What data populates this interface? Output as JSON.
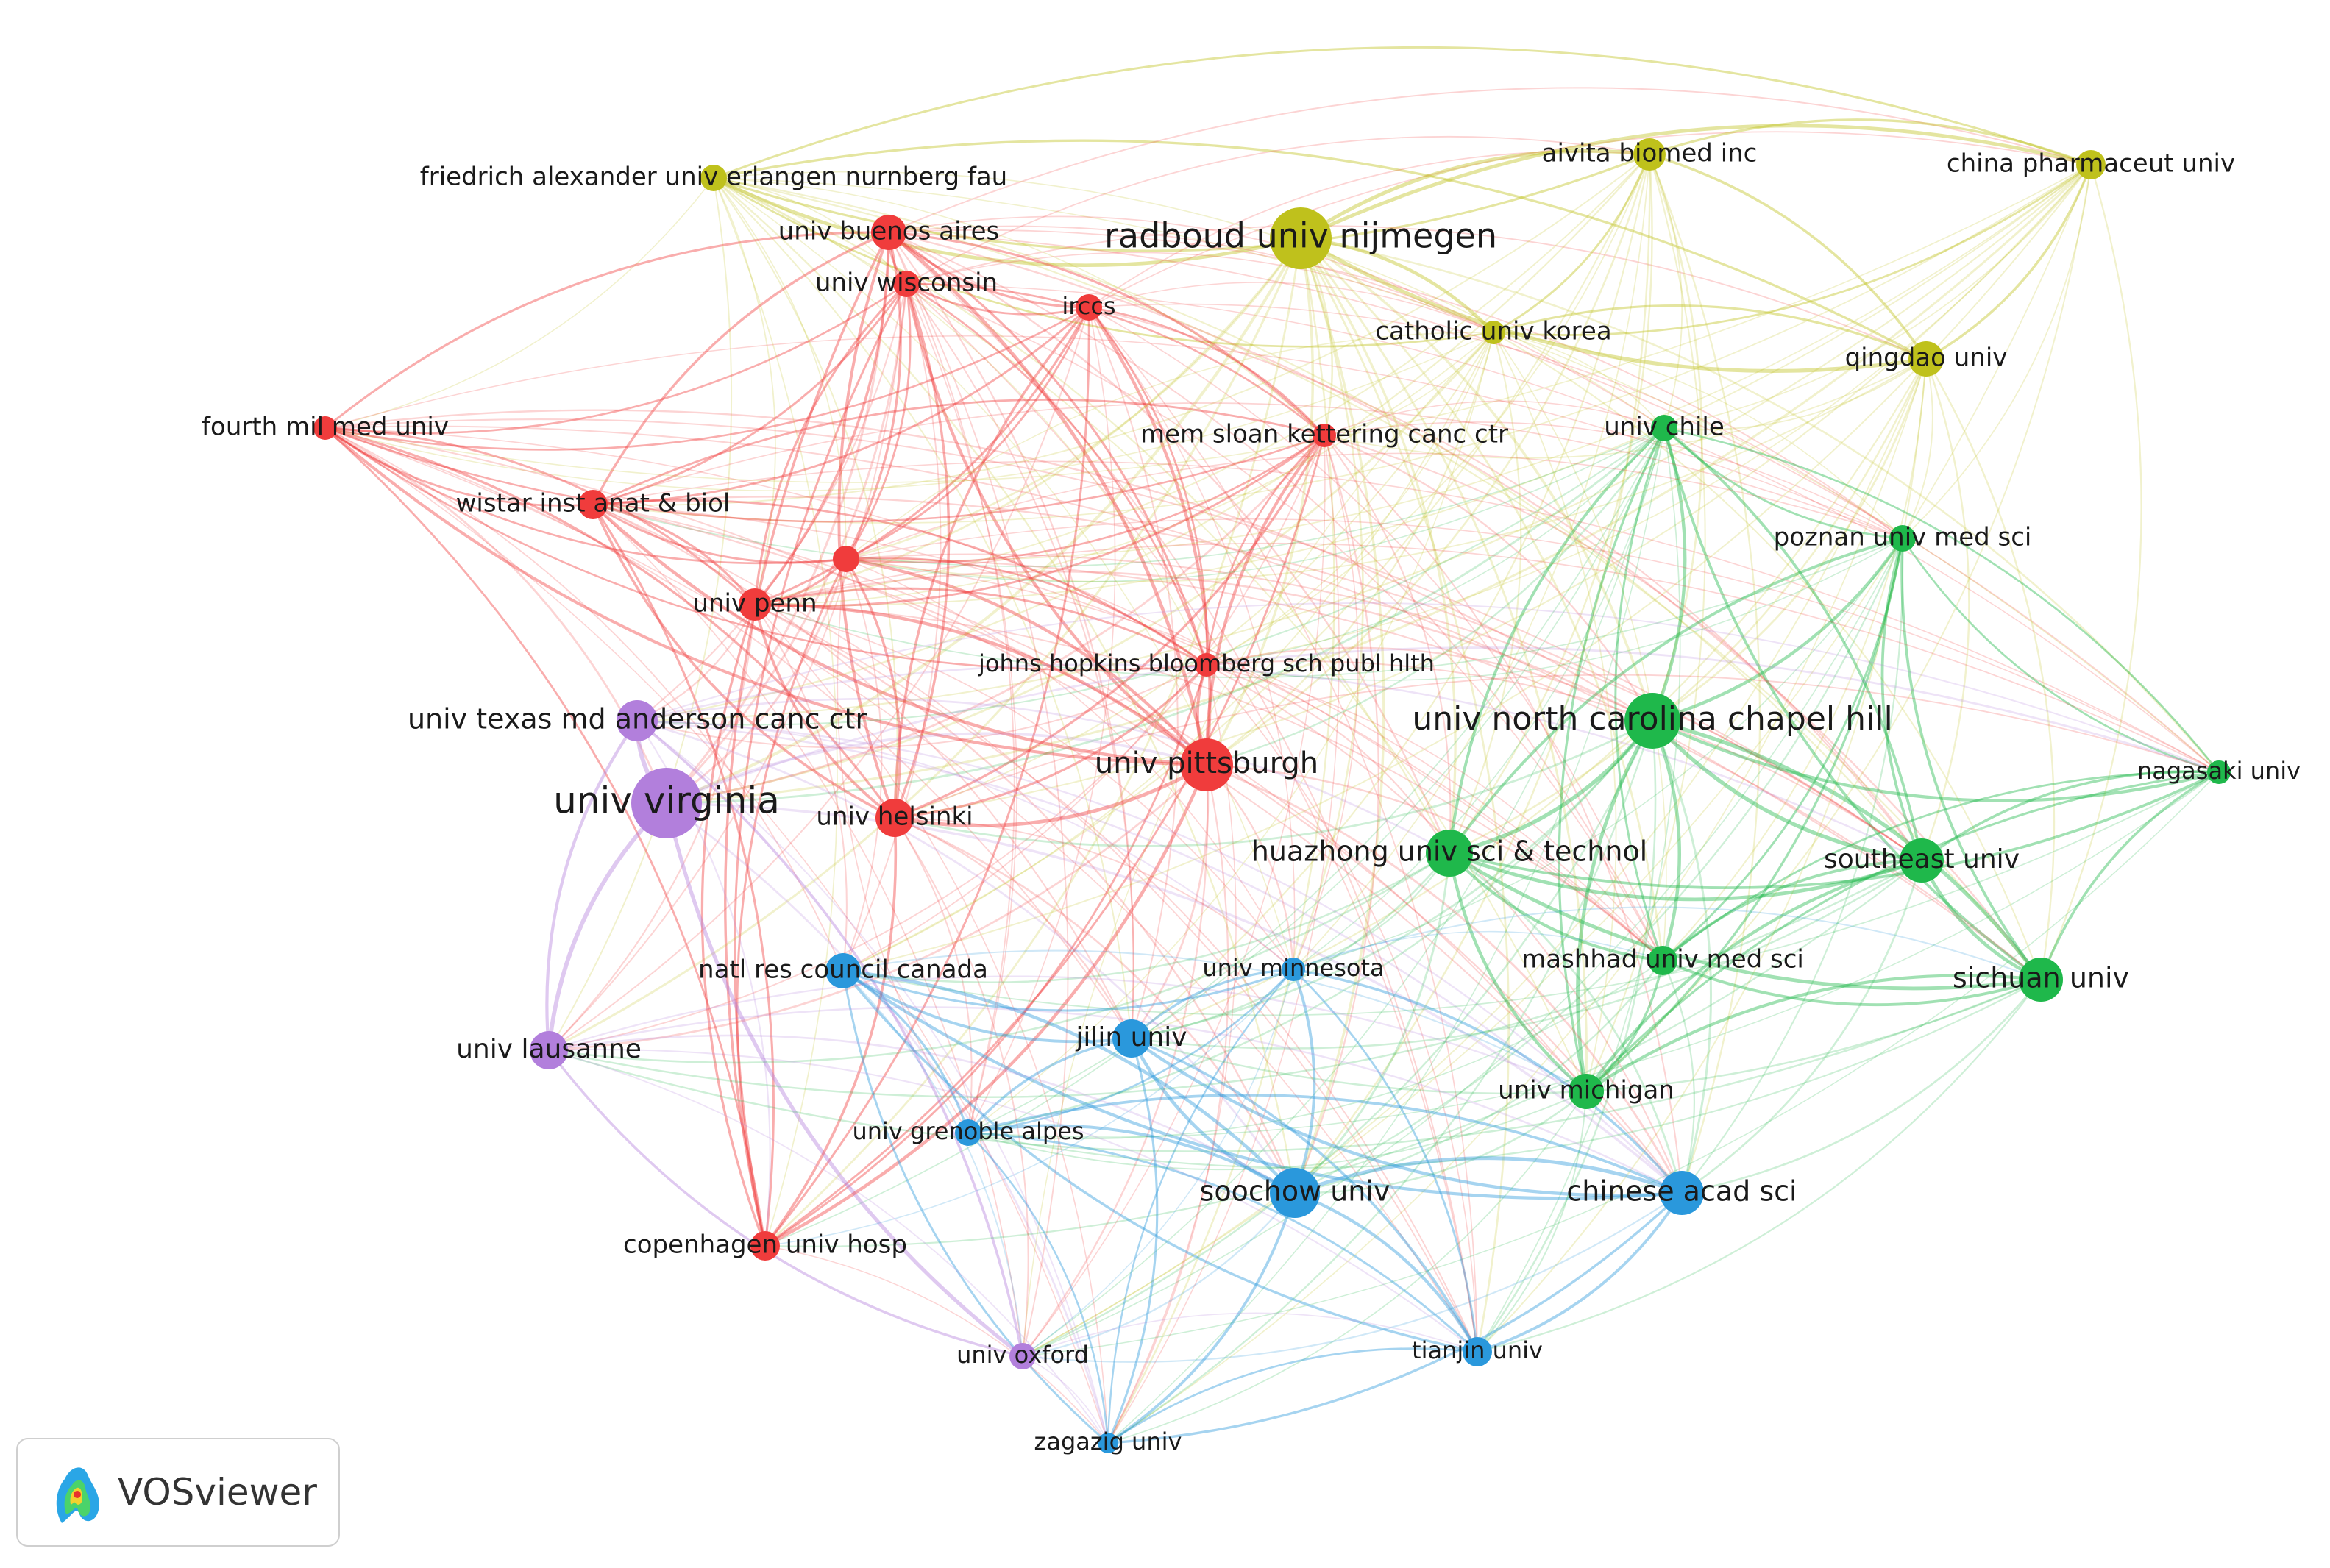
{
  "app": {
    "logo_text": "VOSviewer"
  },
  "clusters": {
    "red": "#f03c3c",
    "yellow": "#bfc11c",
    "green": "#1fb84b",
    "blue": "#2a98dc",
    "purple": "#b27fdc"
  },
  "nodes": [
    {
      "id": "friedrich",
      "label": "friedrich alexander univ erlangen nurnberg fau",
      "cluster": "yellow"
    },
    {
      "id": "buenos",
      "label": "univ buenos aires",
      "cluster": "red"
    },
    {
      "id": "wisconsin",
      "label": "univ wisconsin",
      "cluster": "red"
    },
    {
      "id": "irccs",
      "label": "irccs",
      "cluster": "red"
    },
    {
      "id": "radboud",
      "label": "radboud univ nijmegen",
      "cluster": "yellow"
    },
    {
      "id": "aivita",
      "label": "aivita biomed inc",
      "cluster": "yellow"
    },
    {
      "id": "chinapharm",
      "label": "china pharmaceut univ",
      "cluster": "yellow"
    },
    {
      "id": "catholic",
      "label": "catholic univ korea",
      "cluster": "yellow"
    },
    {
      "id": "qingdao",
      "label": "qingdao univ",
      "cluster": "yellow"
    },
    {
      "id": "fourth",
      "label": "fourth mil med univ",
      "cluster": "red"
    },
    {
      "id": "memsloan",
      "label": "mem sloan kettering canc ctr",
      "cluster": "red"
    },
    {
      "id": "chile",
      "label": "univ chile",
      "cluster": "green"
    },
    {
      "id": "wistar",
      "label": "wistar inst anat & biol",
      "cluster": "red"
    },
    {
      "id": "unlabeled",
      "label": "",
      "cluster": "red"
    },
    {
      "id": "poznan",
      "label": "poznan univ med sci",
      "cluster": "green"
    },
    {
      "id": "penn",
      "label": "univ penn",
      "cluster": "red"
    },
    {
      "id": "jhu",
      "label": "johns hopkins bloomberg sch publ hlth",
      "cluster": "red"
    },
    {
      "id": "mdanderson",
      "label": "univ texas md anderson canc ctr",
      "cluster": "purple"
    },
    {
      "id": "unc",
      "label": "univ north carolina chapel hill",
      "cluster": "green"
    },
    {
      "id": "virginia",
      "label": "univ virginia",
      "cluster": "purple"
    },
    {
      "id": "pittsburgh",
      "label": "univ pittsburgh",
      "cluster": "red"
    },
    {
      "id": "helsinki",
      "label": "univ helsinki",
      "cluster": "red"
    },
    {
      "id": "nagasaki",
      "label": "nagasaki univ",
      "cluster": "green"
    },
    {
      "id": "huazhong",
      "label": "huazhong univ sci & technol",
      "cluster": "green"
    },
    {
      "id": "southeast",
      "label": "southeast univ",
      "cluster": "green"
    },
    {
      "id": "natlres",
      "label": "natl res council canada",
      "cluster": "blue"
    },
    {
      "id": "minnesota",
      "label": "univ minnesota",
      "cluster": "blue"
    },
    {
      "id": "mashhad",
      "label": "mashhad univ med sci",
      "cluster": "green"
    },
    {
      "id": "sichuan",
      "label": "sichuan univ",
      "cluster": "green"
    },
    {
      "id": "jilin",
      "label": "jilin univ",
      "cluster": "blue"
    },
    {
      "id": "lausanne",
      "label": "univ lausanne",
      "cluster": "purple"
    },
    {
      "id": "michigan",
      "label": "univ michigan",
      "cluster": "green"
    },
    {
      "id": "grenoble",
      "label": "univ grenoble alpes",
      "cluster": "blue"
    },
    {
      "id": "soochow",
      "label": "soochow univ",
      "cluster": "blue"
    },
    {
      "id": "cas",
      "label": "chinese acad sci",
      "cluster": "blue"
    },
    {
      "id": "copenhagen",
      "label": "copenhagen univ hosp",
      "cluster": "red"
    },
    {
      "id": "oxford",
      "label": "univ oxford",
      "cluster": "purple"
    },
    {
      "id": "tianjin",
      "label": "tianjin univ",
      "cluster": "blue"
    },
    {
      "id": "zagazig",
      "label": "zagazig univ",
      "cluster": "blue"
    }
  ]
}
